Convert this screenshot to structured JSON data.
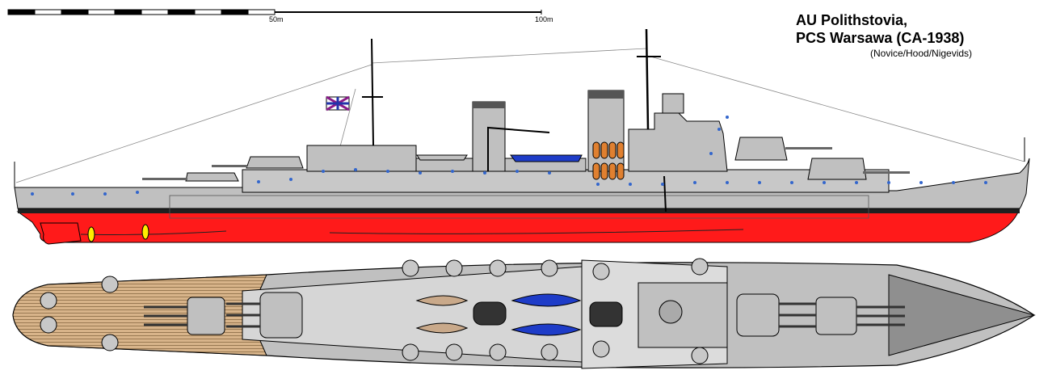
{
  "scale_bar": {
    "label_mid": "50m",
    "label_end": "100m"
  },
  "title": {
    "line1": "AU Polithstovia,",
    "line2": "PCS Warsawa (CA-1938)",
    "credits": "(Novice/Hood/Nigevids)"
  },
  "colors": {
    "hull_gray": "#c0c0c0",
    "dark_gray": "#7f7f7f",
    "boot_topping": "#202020",
    "anti_fouling_red": "#ff1a1a",
    "deck_wood": "#d8b48a",
    "light_deck": "#d6d6d6",
    "porthole_blue": "#3366cc",
    "propeller_yellow": "#ffee00",
    "boat_blue": "#1e3cc8",
    "raft_orange": "#e08030"
  },
  "icons": {
    "flag": "polithstovian-ensign-flag",
    "propeller": "propeller-icon",
    "turret": "gun-turret-icon"
  }
}
